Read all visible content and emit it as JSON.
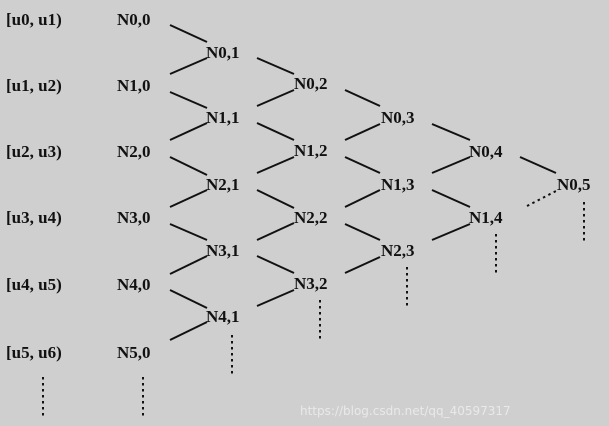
{
  "row_labels": [
    "[u0, u1)",
    "[u1, u2)",
    "[u2, u3)",
    "[u3, u4)",
    "[u4, u5)",
    "[u5, u6)"
  ],
  "nodes": {
    "N0_0": "N0,0",
    "N1_0": "N1,0",
    "N2_0": "N2,0",
    "N3_0": "N3,0",
    "N4_0": "N4,0",
    "N5_0": "N5,0",
    "N0_1": "N0,1",
    "N1_1": "N1,1",
    "N2_1": "N2,1",
    "N3_1": "N3,1",
    "N4_1": "N4,1",
    "N0_2": "N0,2",
    "N1_2": "N1,2",
    "N2_2": "N2,2",
    "N3_2": "N3,2",
    "N0_3": "N0,3",
    "N1_3": "N1,3",
    "N2_3": "N2,3",
    "N0_4": "N0,4",
    "N1_4": "N1,4",
    "N0_5": "N0,5"
  },
  "watermark": "https://blog.csdn.net/qq_40597317",
  "colors": {
    "background": "#cfcfcf",
    "ink": "#111111",
    "watermark": "#e9e9e9"
  }
}
